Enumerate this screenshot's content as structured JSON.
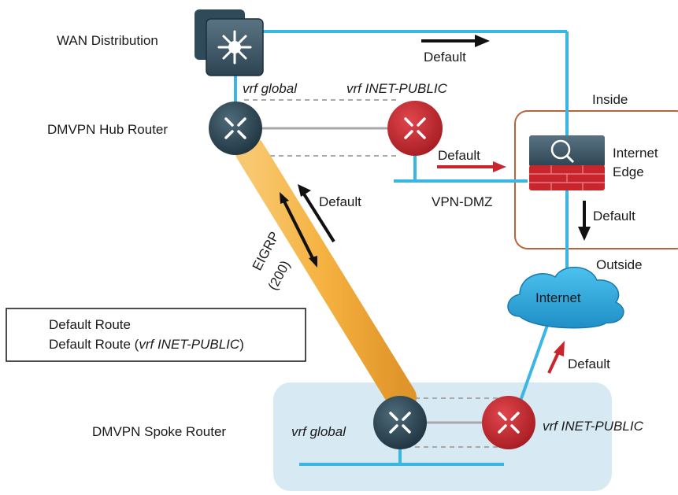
{
  "labels": {
    "wan_distribution": "WAN Distribution",
    "dmvpn_hub_router": "DMVPN Hub Router",
    "dmvpn_spoke_router": "DMVPN Spoke Router",
    "hub_vrf_global": "vrf global",
    "hub_vrf_inet_public": "vrf INET-PUBLIC",
    "spoke_vrf_global": "vrf global",
    "spoke_vrf_inet_public": "vrf INET-PUBLIC",
    "inside": "Inside",
    "outside": "Outside",
    "internet_edge_line1": "Internet",
    "internet_edge_line2": "Edge",
    "vpn_dmz": "VPN-DMZ",
    "internet": "Internet",
    "eigrp_line1": "EIGRP",
    "eigrp_line2": "(200)"
  },
  "default_labels": {
    "top": "Default",
    "vpn_dmz": "Default",
    "tunnel": "Default",
    "internet_edge": "Default",
    "spoke_uplink": "Default"
  },
  "legend": {
    "item1": "Default Route",
    "item2_prefix": "Default Route (",
    "item2_italic": "vrf INET-PUBLIC",
    "item2_suffix": ")"
  },
  "colors": {
    "link_blue": "#3ab6e3",
    "tunnel_orange": "#f5b13f",
    "vrf_red": "#c9252c",
    "router_dark": "#2d4755",
    "inside_box": "#b7643a",
    "spoke_site_bg": "#d7eaf3",
    "dashed_gray": "#a8a8a8",
    "arrow_black": "#111111",
    "arrow_red": "#c9252c"
  },
  "icons": {
    "wan_switch": "multilayer-switch-icon",
    "router": "router-icon",
    "firewall": "firewall-icon",
    "cloud": "cloud-icon"
  }
}
